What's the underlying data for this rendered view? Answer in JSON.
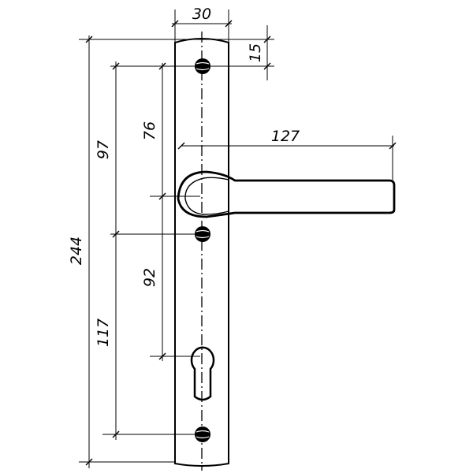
{
  "diagram": {
    "kind": "technical drawing",
    "stroke_color": "#000000",
    "background": "#ffffff"
  },
  "dimensions": {
    "plate_width": "30",
    "top_to_first_screw": "15",
    "handle_length": "127",
    "screw_to_handle_axis": "76",
    "screw_to_screw_upper": "97",
    "handle_axis_to_keyhole": "92",
    "screw_to_screw_lower": "117",
    "total_length": "244"
  }
}
